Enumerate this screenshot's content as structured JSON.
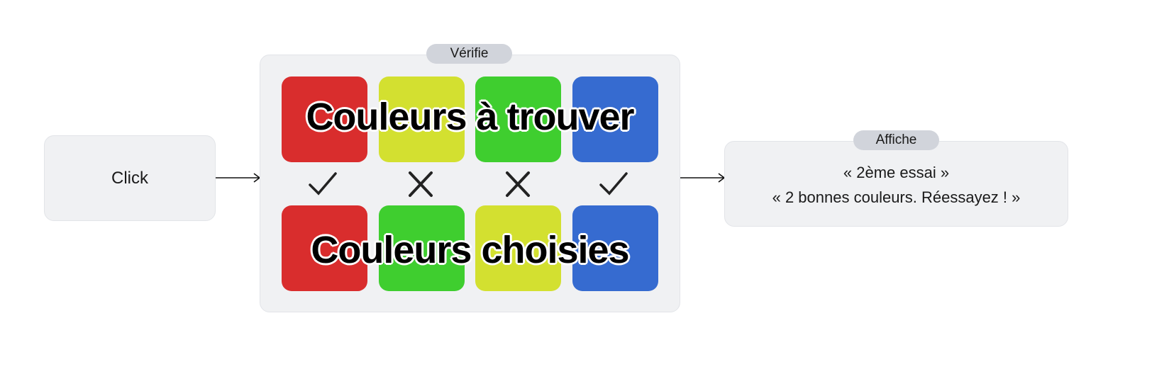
{
  "click_box": {
    "label": "Click"
  },
  "verify_box": {
    "label": "Vérifie",
    "target_label": "Couleurs à trouver",
    "chosen_label": "Couleurs choisies",
    "target_colors": [
      "#d92d2d",
      "#d3e030",
      "#3fce2f",
      "#366bd0"
    ],
    "chosen_colors": [
      "#d92d2d",
      "#3fce2f",
      "#d3e030",
      "#366bd0"
    ],
    "results": [
      "check-icon",
      "cross-icon",
      "cross-icon",
      "check-icon"
    ]
  },
  "display_box": {
    "label": "Affiche",
    "line1": "« 2ème essai »",
    "line2": "« 2 bonnes couleurs. Réessayez ! »"
  }
}
